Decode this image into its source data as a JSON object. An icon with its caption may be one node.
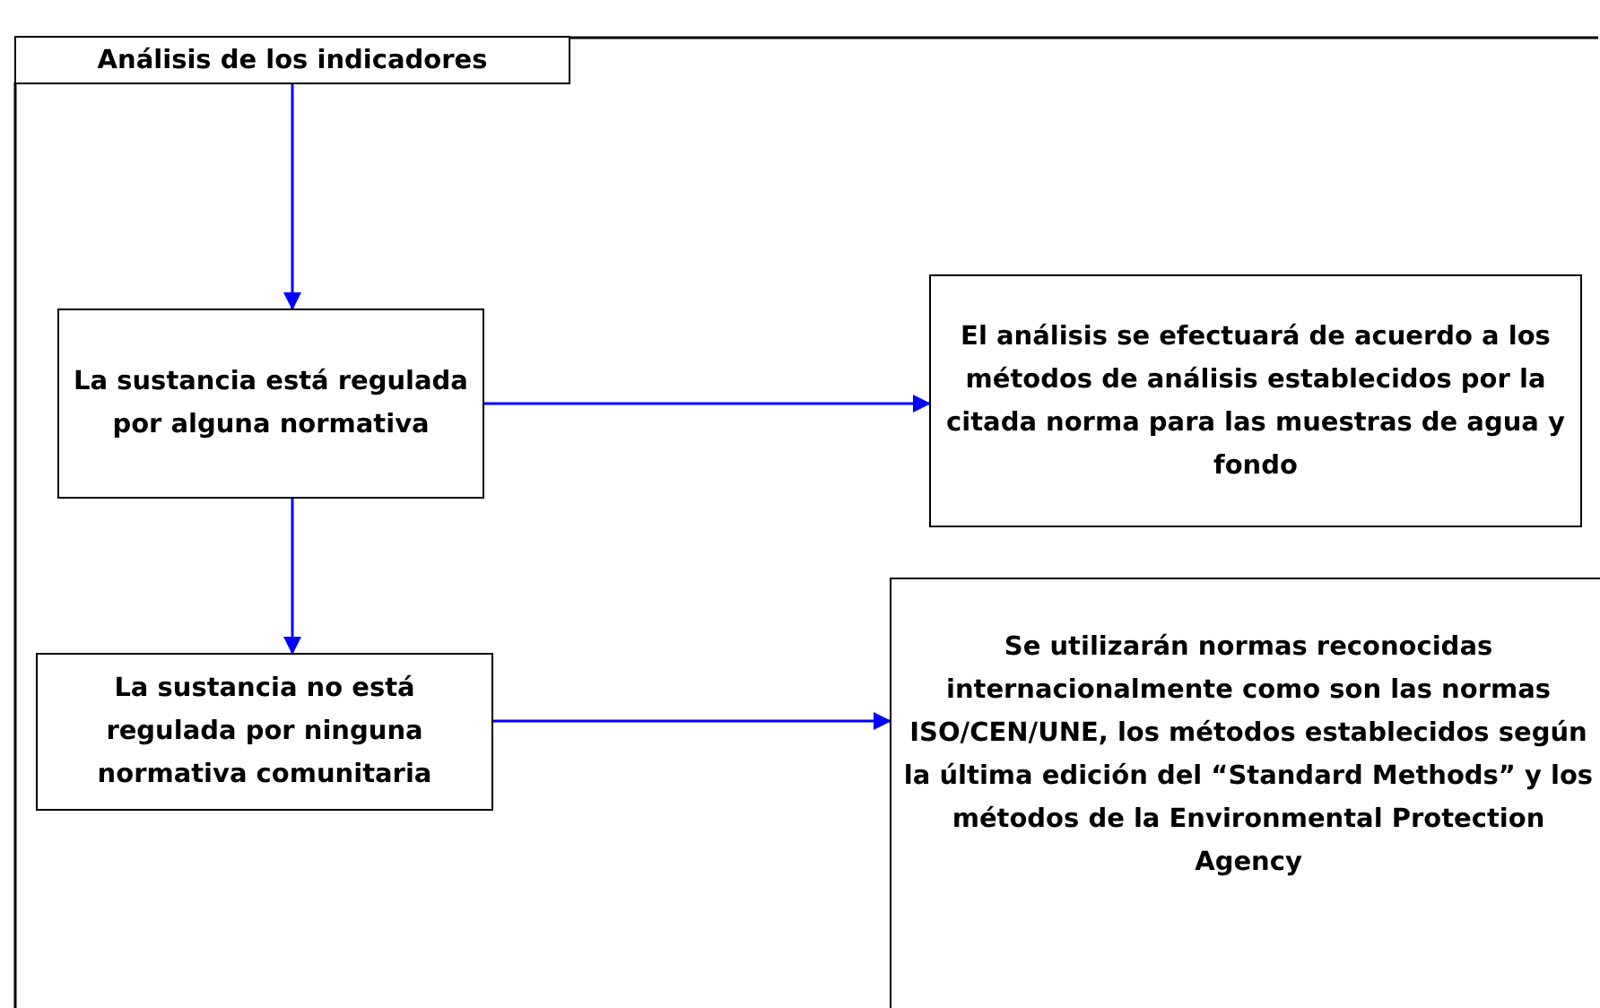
{
  "diagram": {
    "nodes": [
      {
        "text": [
          "Análisis de los indicadores"
        ]
      },
      {
        "text": [
          "La sustancia está regulada por alguna normativa"
        ]
      },
      {
        "text": [
          "El análisis se efectuará de acuerdo a los métodos de análisis establecidos por la citada norma para las muestras de agua y fondo"
        ]
      },
      {
        "text": [
          "La sustancia no está regulada por ninguna normativa comunitaria"
        ]
      },
      {
        "text": [
          "Se utilizarán normas reconocidas internacionalmente como son las normas ISO/CEN/UNE, los métodos establecidos según la última edición del “Standard Methods” y los métodos de la Environmental Protection Agency"
        ]
      }
    ],
    "edges": [
      {
        "from": 0,
        "to": 1,
        "arrow": "to"
      },
      {
        "from": 1,
        "to": 2,
        "arrow": "to"
      },
      {
        "from": 1,
        "to": 3,
        "arrow": "to"
      },
      {
        "from": 3,
        "to": 4,
        "arrow": "to"
      }
    ]
  }
}
